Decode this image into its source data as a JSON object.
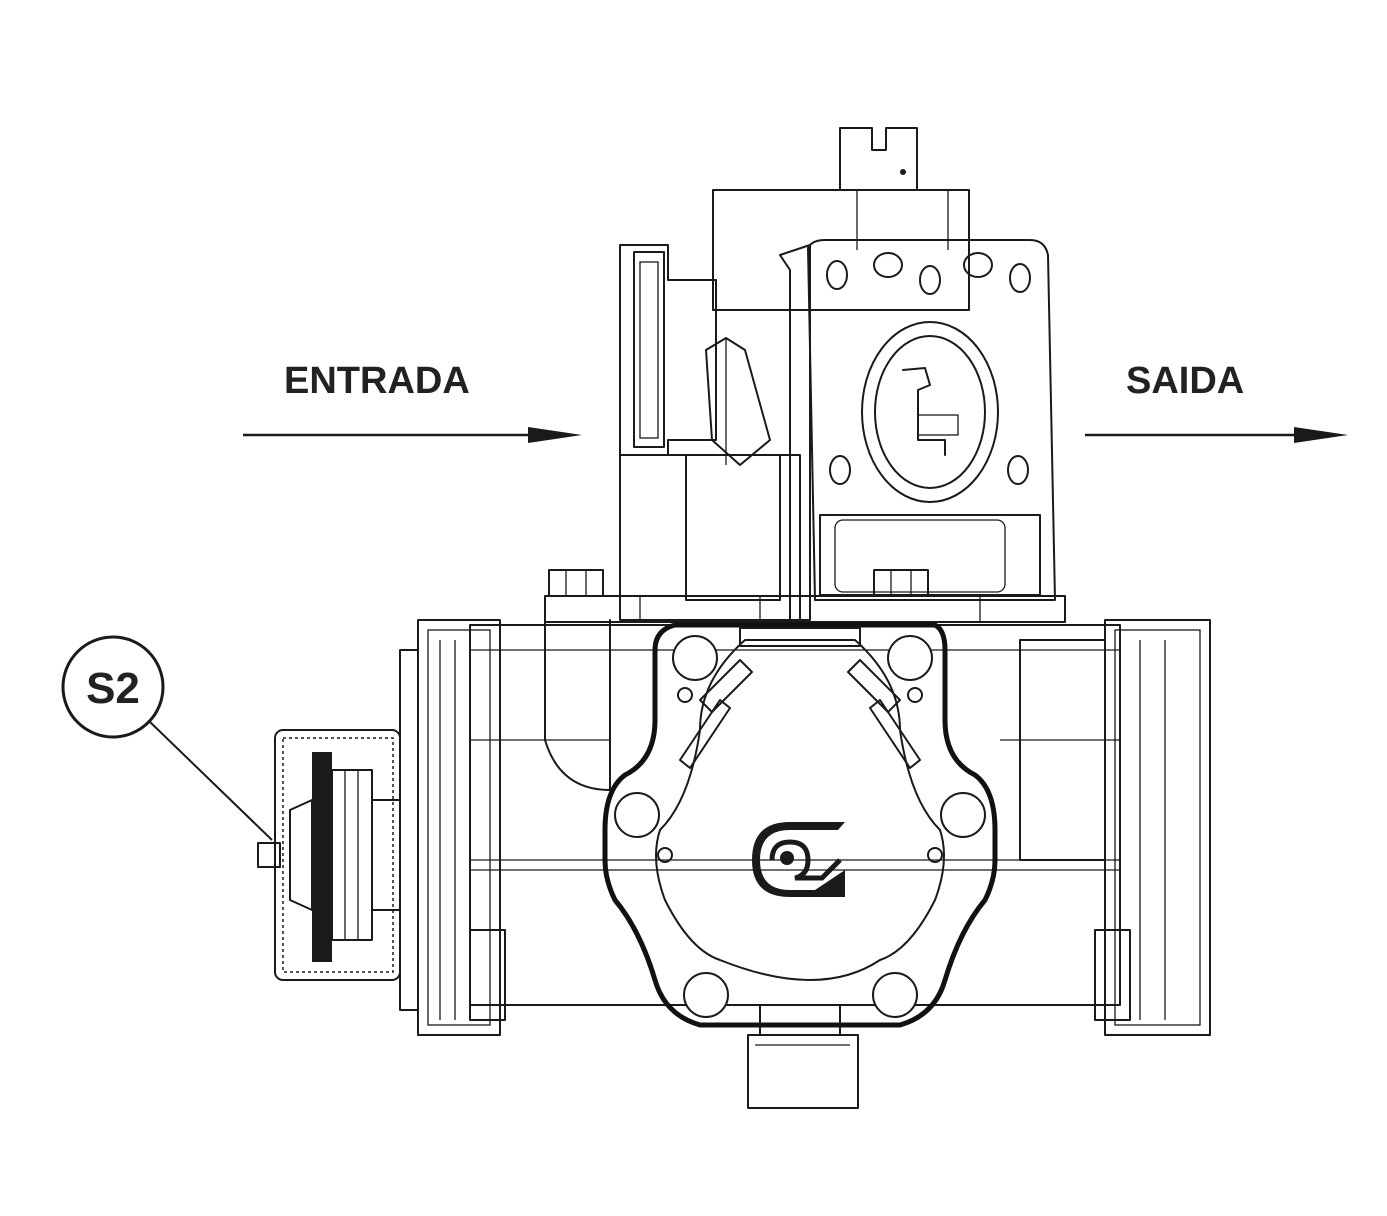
{
  "labels": {
    "inlet": "ENTRADA",
    "outlet": "SAIDA",
    "callout": "S2"
  },
  "colors": {
    "line": "#1a1a1a",
    "text": "#222222",
    "background": "#ffffff"
  }
}
